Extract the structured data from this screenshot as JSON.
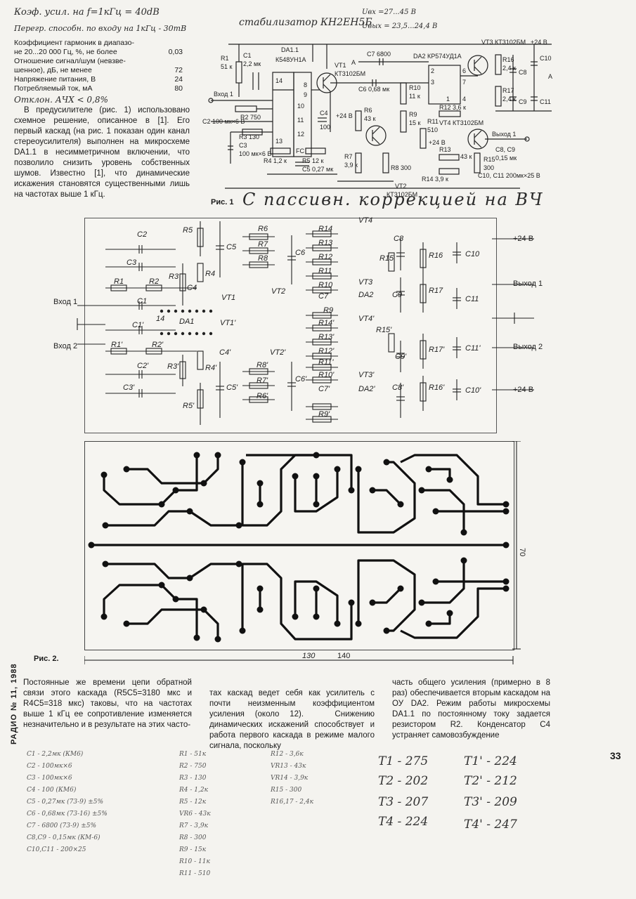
{
  "handwritten_top": {
    "line1": "Коэф. усил. на 𝑓=1кГц = 40dB",
    "line2": "Перегр. способн. по входу на 1кГц - 30mB",
    "stab": "стабилизатор КН2ЕН5Б",
    "uin": "Uвх =27...45 В",
    "uout": "Uвых = 23,5...24,4 В"
  },
  "specs": {
    "r1_label": "Коэффициент гармоник в диапазо-",
    "r2_label": "не 20...20 000 Гц, %, не более",
    "r2_value": "0,03",
    "r3_label": "Отношение сигнал/шум (невзве-",
    "r4_label": "шенное), дБ, не менее",
    "r4_value": "72",
    "r5_label": "Напряжение питания, В",
    "r5_value": "24",
    "r6_label": "Потребляемый ток, мА",
    "r6_value": "80",
    "hand_note": "Отклон. АЧХ < 0,8%"
  },
  "intro_text": "В предусилителе (рис. 1) использовано схемное решение, описанное в [1]. Его первый каскад (на рис. 1 показан один канал стереоусилителя) выполнен на микросхеме DA1.1 в несимметричном включении, что позволило снизить уровень собственных шумов. Известно [1], что динамические искажения становятся существенными лишь на частотах выше 1 кГц.",
  "fig1": {
    "caption": "Рис. 1",
    "hand_caption": "С пассивн. коррекцией на ВЧ",
    "labels": {
      "da11": "DA1.1",
      "da11_type": "К548УН1А",
      "vt1": "VT1",
      "vt1_type": "КТ3102БМ",
      "da2": "DA2 КР574УД1А",
      "vt3": "VT3 КТ3102БМ",
      "plus24": "+24 В",
      "in1": "Вход 1",
      "out1": "Выход 1",
      "vt2": "VT2",
      "vt2_type": "КТ3102БМ",
      "vt4": "VT4 КТ3102БМ",
      "r1": "R1",
      "r1v": "51 к",
      "c1": "C1",
      "c1v": "2,2 мк",
      "r2": "R2 750",
      "c2": "C2 100 мк×6 В",
      "r3": "R3 130",
      "c3": "C3",
      "c3v": "100 мк×6 В",
      "r4": "R4 1,2 к",
      "r5": "R5 12 к",
      "c5": "C5 0,27 мк",
      "c4": "C4",
      "c4v": "100",
      "c7": "C7 6800",
      "c6": "C6 0,68 мк",
      "r10": "R10",
      "r10v": "11 к",
      "r9": "R9",
      "r9v": "15 к",
      "r6": "R6",
      "r6v": "43 к",
      "r7": "R7",
      "r7v": "3,9 к",
      "r8": "R8 300",
      "r11": "R11",
      "r11v": "510",
      "r12": "R12 3,6 к",
      "r13": "R13",
      "r13v": "43 к",
      "r14": "R14 3,9 к",
      "r15": "R15",
      "r15v": "300",
      "r16": "R16",
      "r16v": "2,4 к",
      "r17": "R17",
      "r17v": "2,4 к",
      "c8": "C8",
      "c9": "C9",
      "c10": "C10",
      "c11": "C11",
      "c89": "C8, C9",
      "c89v": "0,15 мк",
      "c1011": "C10, C11 200мк×25 В",
      "plus24b": "+24 В",
      "plus24c": "+24 В",
      "amark1": "А",
      "amark2": "А",
      "p8": "8",
      "p9": "9",
      "p10": "10",
      "p11": "11",
      "p12": "12",
      "p13": "13",
      "p14": "14",
      "p2": "2",
      "p3": "3",
      "p6": "6",
      "p4": "4",
      "p7": "7",
      "p1": "1",
      "fc": "FC"
    }
  },
  "fig_layout": {
    "labels": {
      "in1": "Вход 1",
      "in2": "Вход 2",
      "out1": "Выход 1",
      "out2": "Выход 2",
      "p24a": "+24 В",
      "p24b": "+24 В",
      "c2": "C2",
      "c3": "C3",
      "r1": "R1",
      "r2": "R2",
      "r3": "R3",
      "c1": "C1",
      "c1p": "C1'",
      "r1p": "R1'",
      "r2p": "R2'",
      "c2p": "C2'",
      "c3p": "C3'",
      "r3p": "R3'",
      "r5": "R5",
      "r4": "R4",
      "c4": "C4",
      "c4p": "C4'",
      "r4p": "R4'",
      "r5p": "R5'",
      "i4": "14",
      "da1": "DA1",
      "c5": "C5",
      "c5p": "C5'",
      "r6": "R6",
      "r7": "R7",
      "r8": "R8",
      "r8p": "R8'",
      "r7p": "R7'",
      "r6p": "R6'",
      "vt1": "VT1",
      "vt1p": "VT1'",
      "vt2": "VT2",
      "vt2p": "VT2'",
      "c6": "C6",
      "c6p": "C6'",
      "r14": "R14",
      "r13": "R13",
      "r12": "R12",
      "r11": "R11",
      "r10": "R10",
      "c7": "C7",
      "r9": "R9",
      "r14p": "R14'",
      "r13p": "R13'",
      "r12p": "R12'",
      "r11p": "R11'",
      "r10p": "R10'",
      "c7p": "C7'",
      "r9p": "R9'",
      "vt4": "VT4",
      "vt3": "VT3",
      "da2": "DA2",
      "vt4p": "VT4'",
      "vt3p": "VT3'",
      "da2p": "DA2'",
      "r15": "R15",
      "r15p": "R15'",
      "c8": "C8",
      "c9": "C9",
      "c8p": "C8'",
      "c9p": "C9'",
      "r16": "R16",
      "r17": "R17",
      "r16p": "R16'",
      "r17p": "R17'",
      "c10": "C10",
      "c11": "C11",
      "c10p": "C10'",
      "c11p": "C11'"
    }
  },
  "fig2": {
    "caption": "Рис. 2.",
    "dim_width": "140",
    "dim_hand": "130",
    "dim_height": "70"
  },
  "journal": "РАДИО № 11, 1988",
  "page_number": "33",
  "col1": "Постоянные же времени цепи обратной связи этого каскада (R5C5=3180 мкс и R4C5=318 мкс) таковы, что на частотах выше 1 кГц ее сопротивление изменяется незначительно и в результате на этих часто-",
  "col2": "тах каскад ведет себя как усилитель с почти неизменным коэффициентом усиления (около 12).   Снижению динамических искажений способствует и работа первого каскада в режиме малого сигнала, поскольку",
  "col3": "часть общего усиления (примерно в 8 раз) обеспечивается вторым каскадом на ОУ DA2. Режим работы микросхемы DA1.1 по постоянному току задается резистором R2. Конденсатор C4 устраняет самовозбуждение",
  "notes_caps": [
    "C1 - 2,2мк (КМ6)",
    "C2 - 100мк×6",
    "C3 - 100мк×6",
    "C4 - 100 (КМ6)",
    "C5 - 0,27мк (73-9) ±5%",
    "C6 - 0,68мк (73-16) ±5%",
    "C7 - 6800 (73-9) ±5%",
    "C8,C9 - 0,15мк (КМ-6)",
    "C10,C11 - 200×25"
  ],
  "notes_res": [
    "R1 - 51к",
    "R2 - 750",
    "R3 - 130",
    "R4 - 1,2к",
    "R5 - 12к",
    "VR6 - 43к",
    "R7 - 3,9к",
    "R8 - 300",
    "R9 - 15к",
    "R10 - 11к",
    "R11 - 510"
  ],
  "notes_res2": [
    "R12 - 3,6к",
    "VR13 - 43к",
    "VR14 - 3,9к",
    "R15 - 300",
    "R16,17 - 2,4к"
  ],
  "t_values": {
    "t1": "T1 - 275",
    "t2": "T2 - 202",
    "t3": "T3 - 207",
    "t4": "T4 - 224",
    "t1p": "T1' - 224",
    "t2p": "T2' - 212",
    "t3p": "T3' - 209",
    "t4p": "T4' - 247"
  }
}
